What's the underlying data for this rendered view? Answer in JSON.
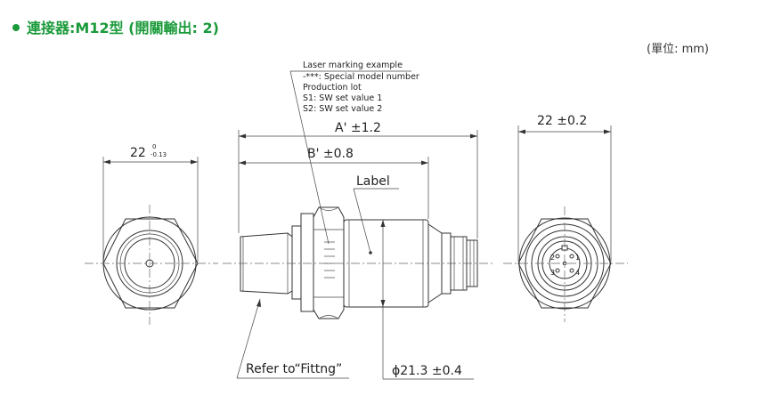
{
  "header": {
    "title": "連接器:M12型 (開關輸出: 2)",
    "unit": "(單位: mm)"
  },
  "notes": {
    "lines": [
      "Laser marking example",
      "-***: Special model number",
      "Production lot",
      "S1: SW set value 1",
      "S2: SW set value 2"
    ]
  },
  "dimensions": {
    "hex_left_width": "22",
    "hex_left_tol_upper": "0",
    "hex_left_tol_lower": "-0.13",
    "overall_length": "A' ±1.2",
    "body_length": "B' ±0.8",
    "hex_right_width": "22 ±0.2",
    "body_diameter": "ϕ21.3 ±0.4"
  },
  "labels": {
    "label_callout": "Label",
    "fitting_callout": "Refer to“Fittng”"
  },
  "pins": [
    "2",
    "1",
    "3",
    "4"
  ],
  "colors": {
    "title_green": "#1a9a3a",
    "line": "#333333"
  }
}
